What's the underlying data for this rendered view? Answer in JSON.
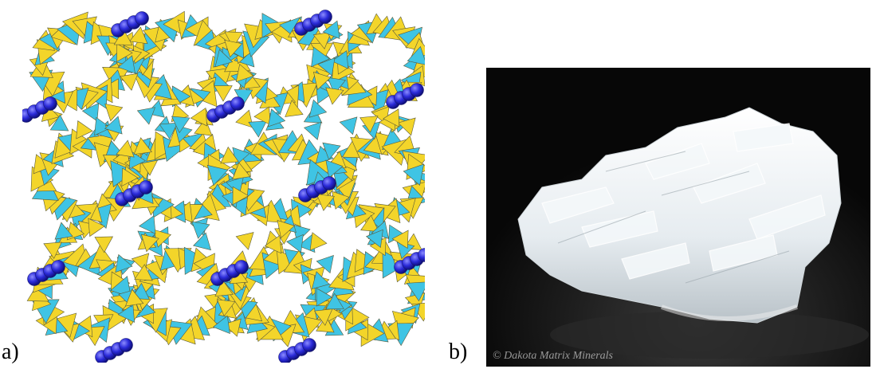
{
  "panels": [
    {
      "label": "a)",
      "content": "zeolite-framework-structure"
    },
    {
      "label": "b)",
      "content": "mineral-specimen-photo"
    }
  ],
  "watermark": "© Dakota Matrix Minerals",
  "colors": {
    "tetrahedra_yellow": "#f3d52a",
    "tetrahedra_cyan": "#3fc4e4",
    "ion_chain": "#2a2ad8",
    "crystal": "#eaf0f4",
    "background_dark": "#070707"
  }
}
